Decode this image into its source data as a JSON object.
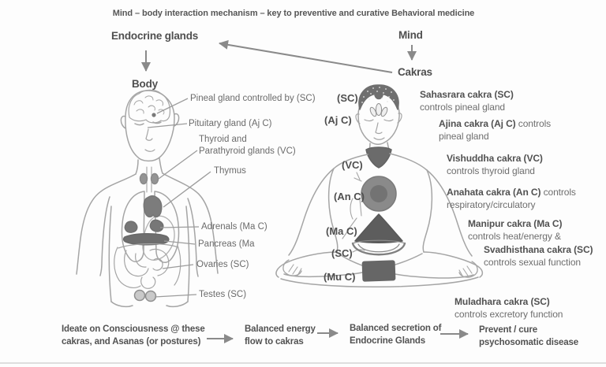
{
  "title": "Mind – body interaction mechanism – key to preventive and curative Behavioral medicine",
  "nodes": {
    "endocrine": "Endocrine glands",
    "mind": "Mind",
    "body": "Body",
    "cakras": "Cakras"
  },
  "body_labels": {
    "pineal": "Pineal gland controlled by (SC)",
    "pituitary": "Pituitary gland (Aj C)",
    "thyroid_line1": "Thyroid and",
    "thyroid_line2": "Parathyroid glands (VC)",
    "thymus": "Thymus",
    "adrenals": "Adrenals (Ma C)",
    "pancreas": "Pancreas (Ma",
    "ovaries": "Ovaries (SC)",
    "testes": "Testes (SC)"
  },
  "chakra_tags": {
    "sahasrara": "(SC)",
    "ajna": "(Aj C)",
    "vishuddha": "(VC)",
    "anahata": "(An C)",
    "manipur": "(Ma C)",
    "svadhisthana": "(SC)",
    "muladhara": "(Mu C)"
  },
  "chakra_info": [
    {
      "name": "Sahasrara cakra (SC)",
      "tail": "",
      "line2": "controls pineal gland"
    },
    {
      "name": "Ajina cakra (Aj C)",
      "tail": " controls",
      "line2": "pineal gland"
    },
    {
      "name": "Vishuddha cakra (VC)",
      "tail": "",
      "line2": "controls thyroid gland"
    },
    {
      "name": "Anahata cakra (An C)",
      "tail": " controls",
      "line2": "respiratory/circulatory"
    },
    {
      "name": "Manipur cakra (Ma C)",
      "tail": "",
      "line2": "controls heat/energy &"
    },
    {
      "name": "Svadhisthana cakra (SC)",
      "tail": "",
      "line2": "controls sexual function"
    },
    {
      "name": "Muladhara cakra (SC)",
      "tail": "",
      "line2": "controls excretory function"
    }
  ],
  "flow_steps": [
    {
      "line1": "Ideate on Consciousness @ these",
      "line2": "cakras, and Asanas (or postures)"
    },
    {
      "line1": "Balanced energy",
      "line2": "flow to cakras"
    },
    {
      "line1": "Balanced secretion of",
      "line2": "Endocrine Glands"
    },
    {
      "line1": "Prevent / cure",
      "line2": "psychosomatic disease"
    }
  ],
  "colors": {
    "text": "#595959",
    "muted": "#6b6b6b",
    "figure_stroke": "#a5a5a5",
    "dark_fill": "#6f6f6f",
    "arrow": "#8a8a8a"
  }
}
